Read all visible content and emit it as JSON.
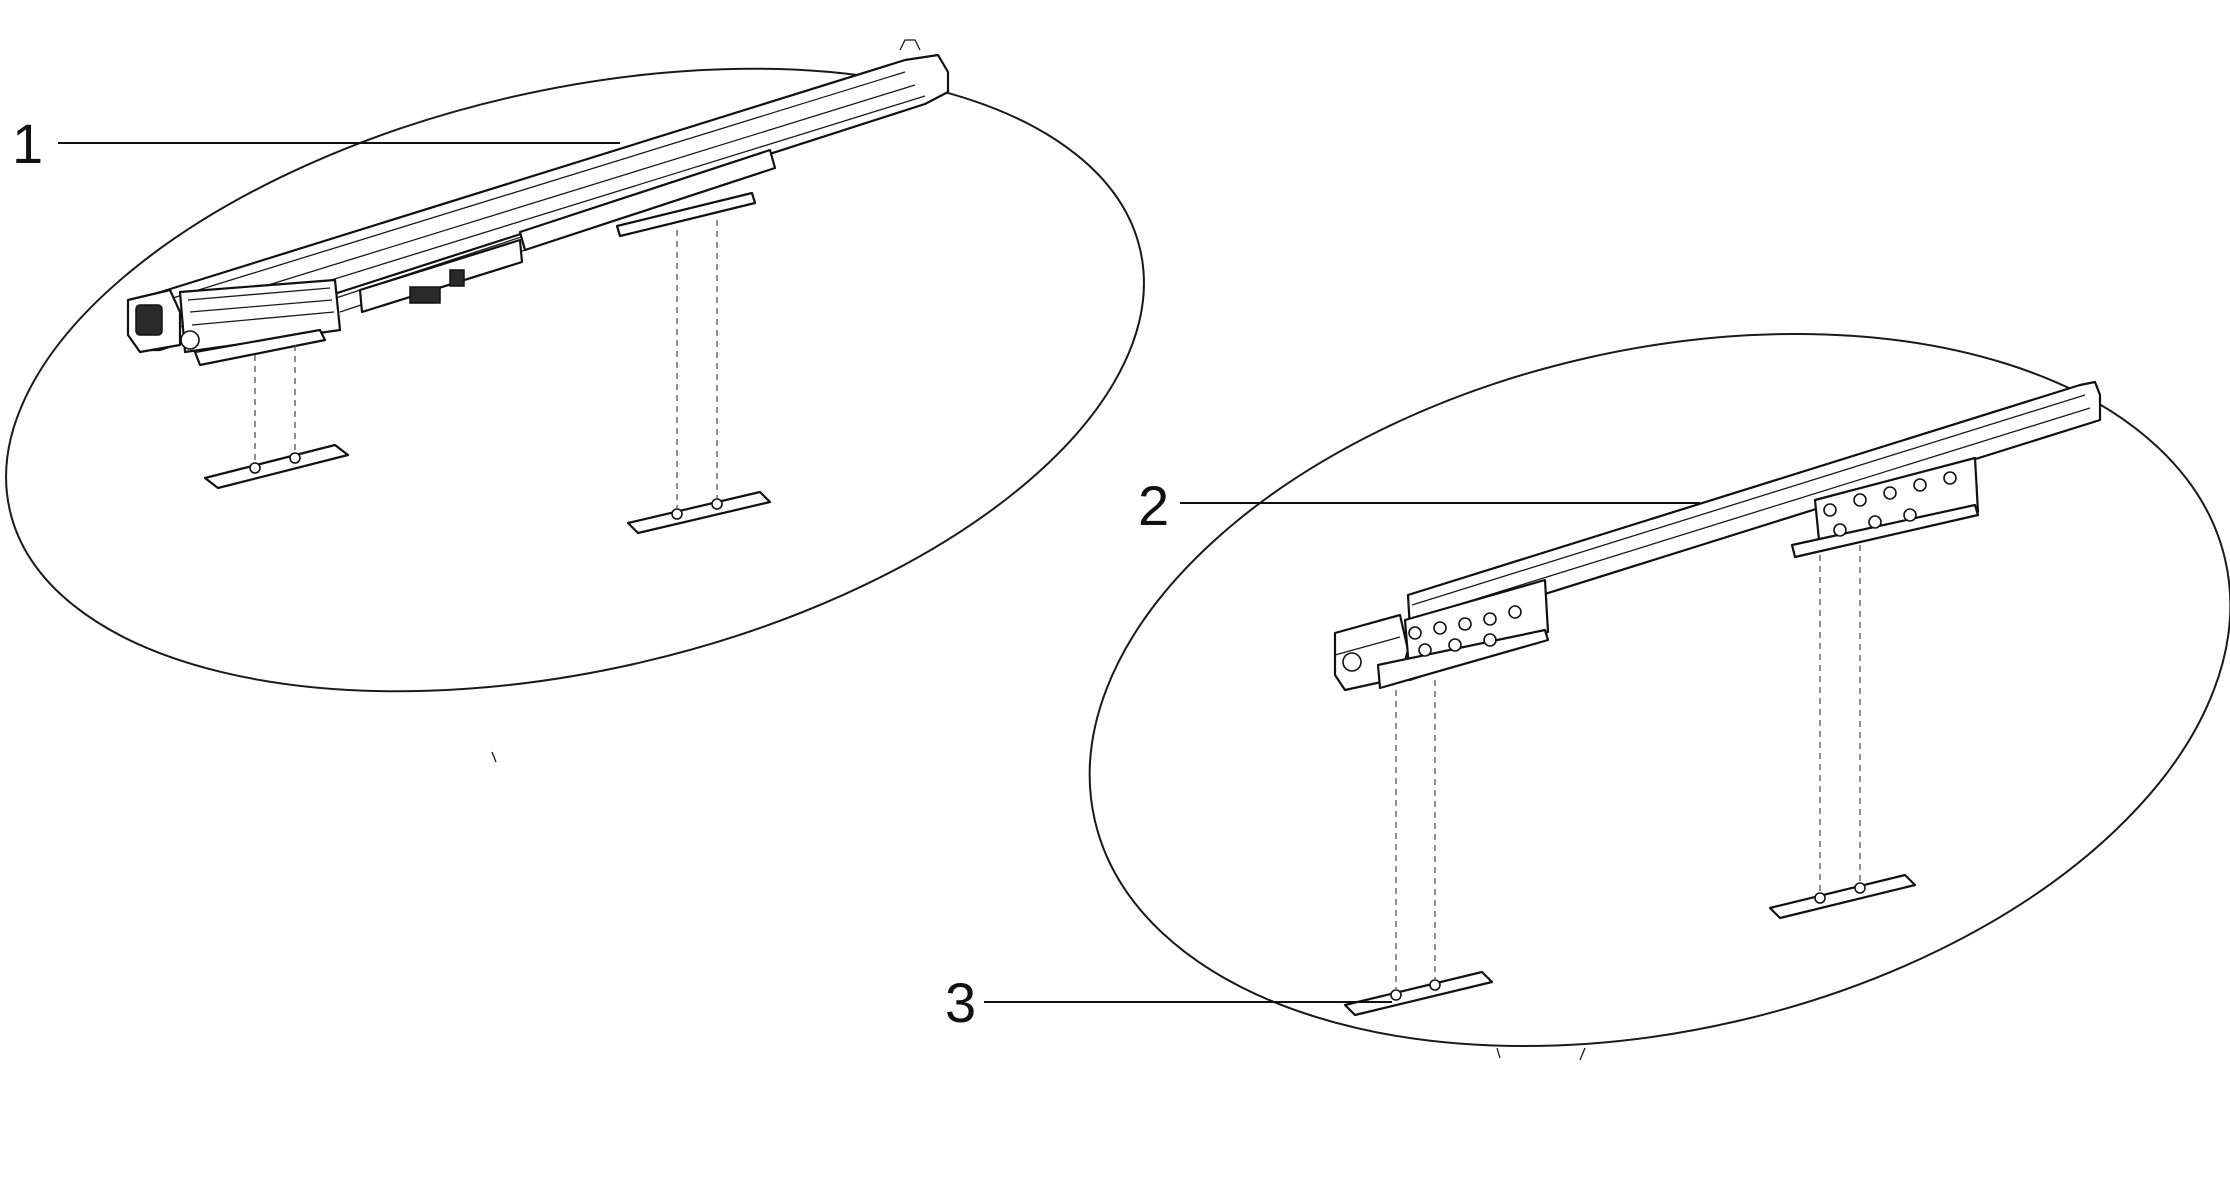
{
  "callouts": {
    "c1": "1",
    "c2": "2",
    "c3": "3"
  },
  "colors": {
    "line": "#111111",
    "background": "#ffffff"
  }
}
